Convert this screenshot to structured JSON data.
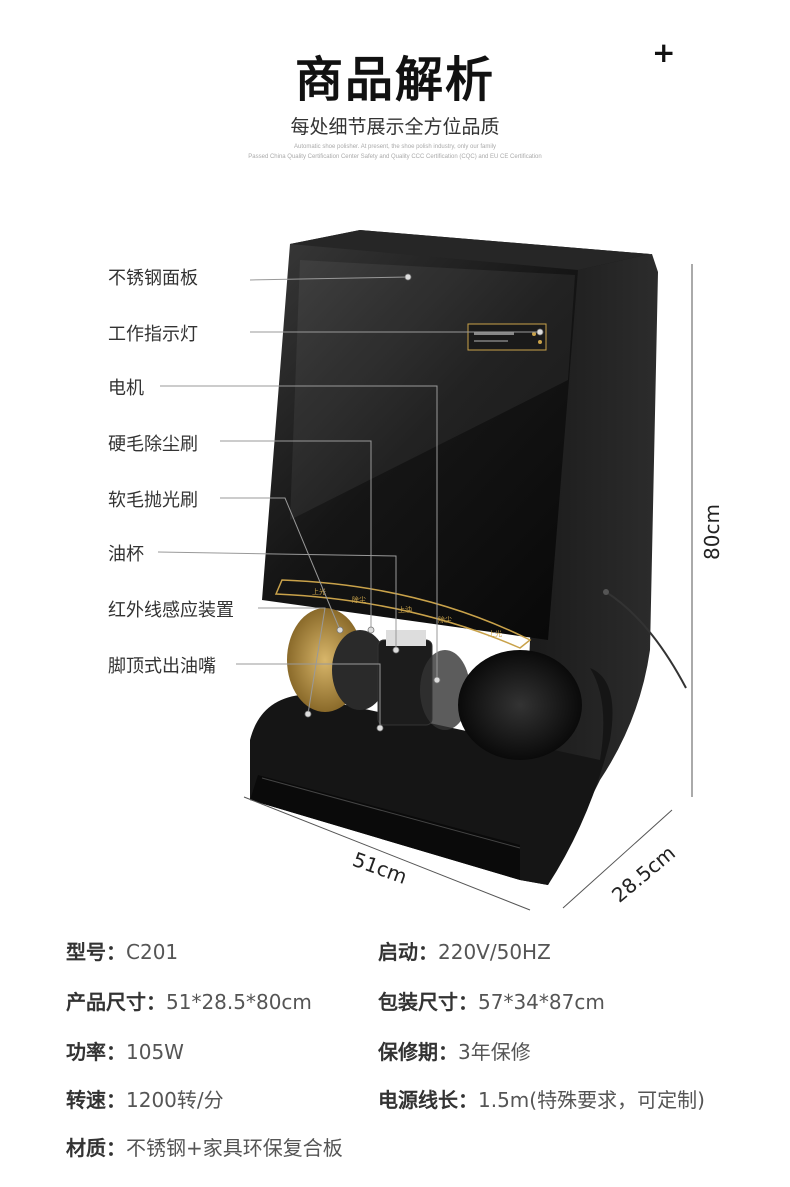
{
  "header": {
    "title": "商品解析",
    "plus": "+",
    "subtitle": "每处细节展示全方位品质",
    "english_line1": "Automatic shoe polisher. At present, the shoe polish industry, only our family",
    "english_line2": "Passed China Quality Certification Center Safety and Quality CCC Certification (CQC) and EU CE Certification"
  },
  "callouts": [
    {
      "label": "不锈钢面板"
    },
    {
      "label": "工作指示灯"
    },
    {
      "label": "电机"
    },
    {
      "label": "硬毛除尘刷"
    },
    {
      "label": "软毛抛光刷"
    },
    {
      "label": "油杯"
    },
    {
      "label": "红外线感应装置"
    },
    {
      "label": "脚顶式出油嘴"
    }
  ],
  "dimensions": {
    "height": "80cm",
    "width": "51cm",
    "depth": "28.5cm"
  },
  "specs": [
    {
      "key": "型号：",
      "value": "C201"
    },
    {
      "key": "启动：",
      "value": "220V/50HZ"
    },
    {
      "key": "产品尺寸：",
      "value": "51*28.5*80cm"
    },
    {
      "key": "包装尺寸：",
      "value": "57*34*87cm"
    },
    {
      "key": "功率：",
      "value": "105W"
    },
    {
      "key": "保修期：",
      "value": "3年保修"
    },
    {
      "key": "转速：",
      "value": "1200转/分"
    },
    {
      "key": "电源线长：",
      "value": "1.5m(特殊要求，可定制)"
    },
    {
      "key": "材质：",
      "value": "不锈钢+家具环保复合板"
    }
  ],
  "colors": {
    "body": "#111111",
    "gold": "#c9a24a",
    "line": "#999999"
  }
}
